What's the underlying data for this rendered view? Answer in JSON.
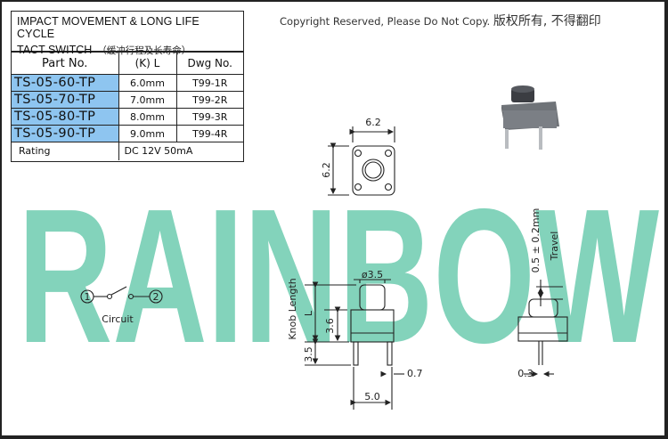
{
  "spec": {
    "title": "IMPACT MOVEMENT & LONG LIFE CYCLE",
    "subtitle": "TACT SWITCH",
    "subtitle_cn": "（缓冲行程及长寿命）",
    "headers": {
      "part": "Part No.",
      "length": "(K) L",
      "dwg": "Dwg No."
    },
    "rows": [
      {
        "part": "TS-05-60-TP",
        "length": "6.0mm",
        "dwg": "T99-1R"
      },
      {
        "part": "TS-05-70-TP",
        "length": "7.0mm",
        "dwg": "T99-2R"
      },
      {
        "part": "TS-05-80-TP",
        "length": "8.0mm",
        "dwg": "T99-3R"
      },
      {
        "part": "TS-05-90-TP",
        "length": "9.0mm",
        "dwg": "T99-4R"
      }
    ],
    "rating_label": "Rating",
    "rating_value": "DC  12V  50mA",
    "highlight_color": "#8ec5f0"
  },
  "copyright": {
    "text": "Copyright  Reserved, Please  Do  Not  Copy.",
    "cn": "版权所有, 不得翻印"
  },
  "watermark": {
    "text": "RAINBOW",
    "color": "#83d3bb"
  },
  "circuit": {
    "node1": "1",
    "node2": "2",
    "label": "Circuit"
  },
  "dims": {
    "width_top": "6.2",
    "height_side": "6.2",
    "knob_dia": "ø3.5",
    "knob_length_label": "Knob Length",
    "knob_l": "L",
    "knob_h": "3.6",
    "pin_len": "3.5",
    "pin_w": "0.7",
    "pitch": "5.0",
    "travel_value": "0.5 ± 0.2mm",
    "travel_label": "Travel",
    "lead_w": "0.3"
  }
}
